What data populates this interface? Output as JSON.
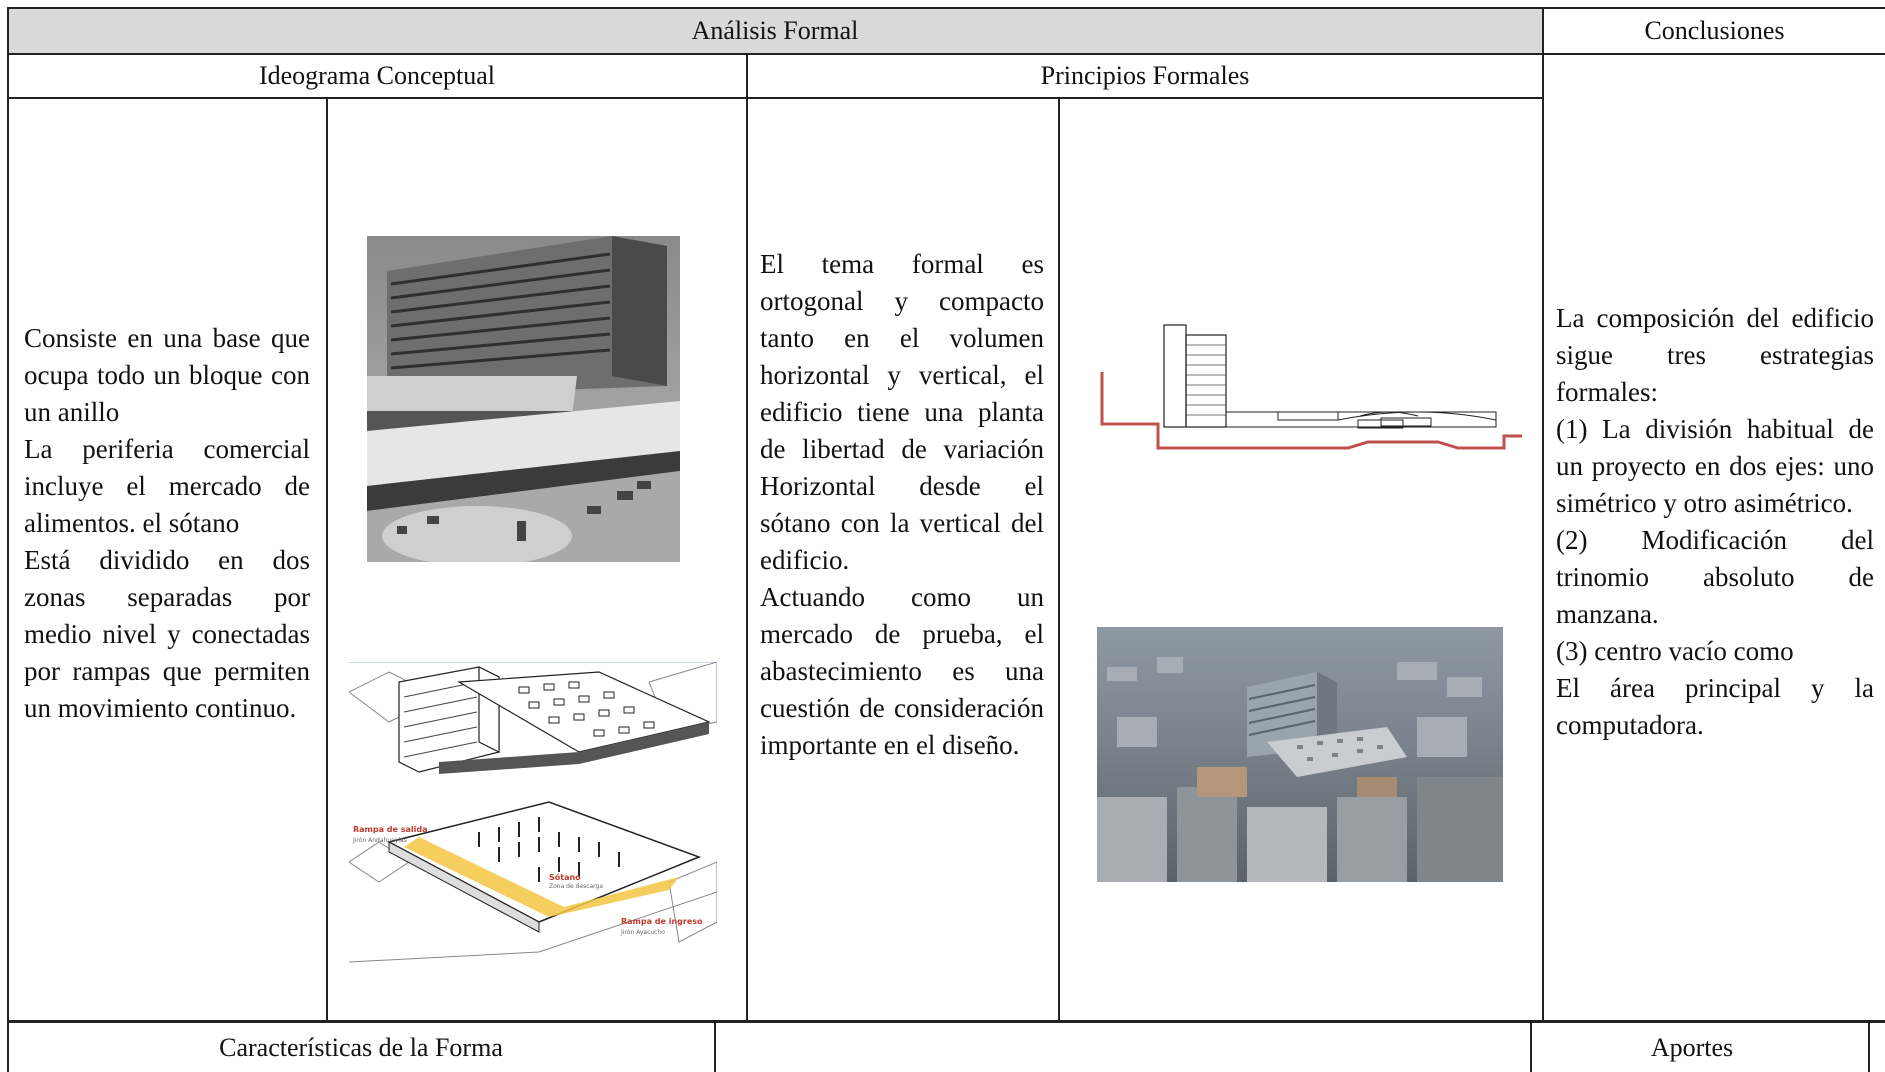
{
  "headers": {
    "analisis_formal": "Análisis Formal",
    "conclusiones": "Conclusiones",
    "ideograma": "Ideograma Conceptual",
    "principios": "Principios Formales",
    "caracteristicas": "Características de la Forma",
    "aportes": "Aportes"
  },
  "ideograma_text": [
    "Consiste en una base que ocupa todo un bloque con un anillo",
    "La periferia comercial incluye el mercado de alimentos. el sótano",
    "Está dividido en dos zonas separadas por medio nivel y conectadas por rampas que permiten un movimiento continuo."
  ],
  "principios_text": [
    "El tema formal es ortogonal y compacto tanto en el volumen horizontal y vertical, el edificio tiene una planta  de libertad de variación Horizontal desde el sótano con la vertical del edificio.",
    "Actuando como un mercado de prueba, el abastecimiento es una cuestión de consideración importante en el diseño."
  ],
  "conclusiones_text": [
    "La composición del edificio sigue tres estrategias formales:",
    "(1) La división habitual de un proyecto en dos ejes: uno simétrico y otro asimétrico.",
    "(2) Modificación del trinomio absoluto de manzana.",
    "(3) centro vacío como",
    "El área principal y la computadora."
  ],
  "axon_labels": {
    "rampa_salida": "Rampa de salida",
    "rampa_salida_sub": "Jirón Andahuaylas",
    "sotano": "Sótano",
    "sotano_sub": "Zona de descarga",
    "rampa_ingreso": "Rampa de ingreso",
    "rampa_ingreso_sub": "Jirón Ayacucho"
  },
  "colors": {
    "header_bg": "#d9d9d9",
    "border": "#222222",
    "section_red": "#c0504d",
    "ramp_yellow": "#f5c542"
  }
}
